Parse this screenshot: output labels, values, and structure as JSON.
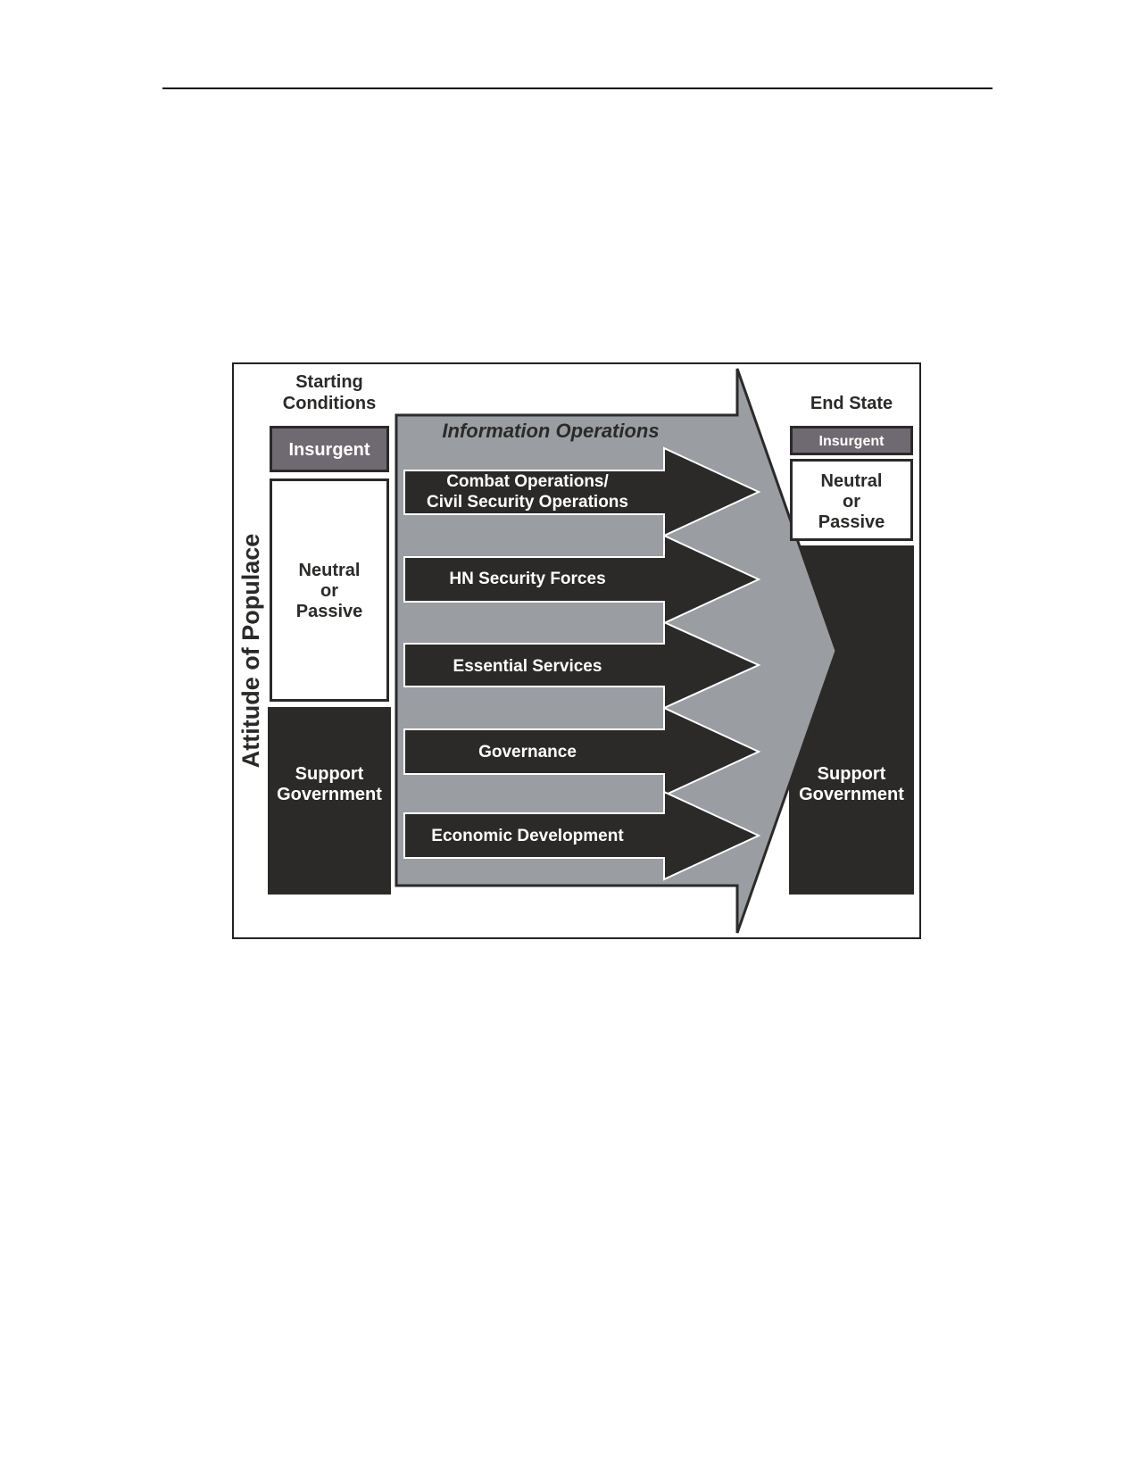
{
  "diagram": {
    "axis_label": "Attitude of Populace",
    "starting": {
      "title_line1": "Starting",
      "title_line2": "Conditions",
      "insurgent": "Insurgent",
      "neutral_line1": "Neutral",
      "neutral_line2": "or",
      "neutral_line3": "Passive",
      "support_line1": "Support",
      "support_line2": "Government"
    },
    "end_state": {
      "title": "End State",
      "insurgent": "Insurgent",
      "neutral_line1": "Neutral",
      "neutral_line2": "or",
      "neutral_line3": "Passive",
      "support_line1": "Support",
      "support_line2": "Government"
    },
    "big_arrow_label": "Information Operations",
    "lines_of_operation": [
      {
        "line1": "Combat Operations/",
        "line2": "Civil Security Operations"
      },
      {
        "line1": "HN Security Forces"
      },
      {
        "line1": "Essential Services"
      },
      {
        "line1": "Governance"
      },
      {
        "line1": "Economic Development"
      }
    ],
    "colors": {
      "dark": "#2b2a29",
      "gray_arrow": "#9a9ea3",
      "insurgent_fill": "#6f6a72",
      "white": "#ffffff"
    }
  }
}
